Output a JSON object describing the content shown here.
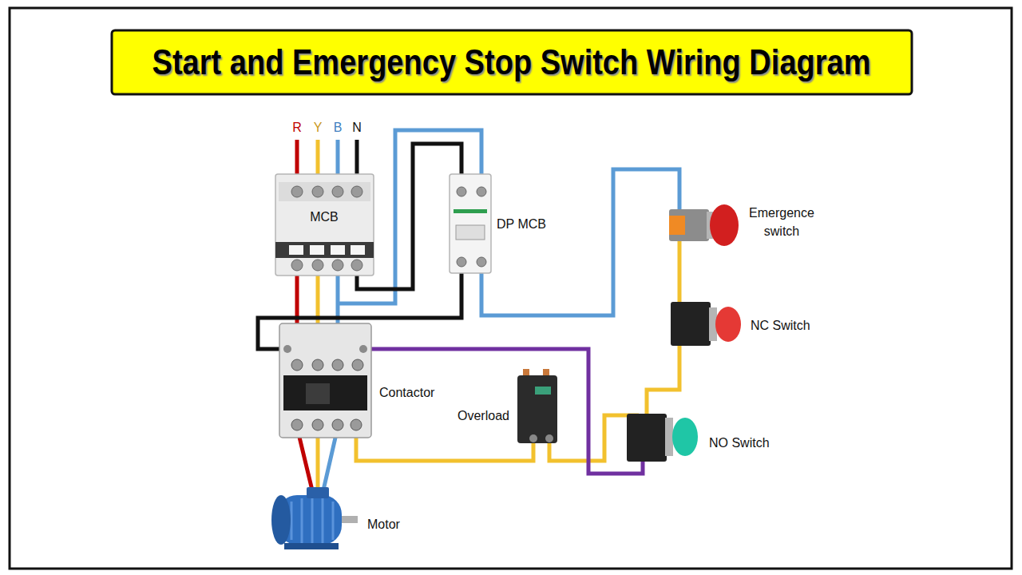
{
  "diagram": {
    "title": "Start and Emergency Stop Switch Wiring Diagram",
    "labels": [
      "R",
      "Y",
      "B",
      "N",
      "MCB",
      "DP MCB",
      "Emergence switch",
      "NC Switch",
      "Contactor",
      "Overload",
      "NO Switch",
      "Motor"
    ]
  }
}
